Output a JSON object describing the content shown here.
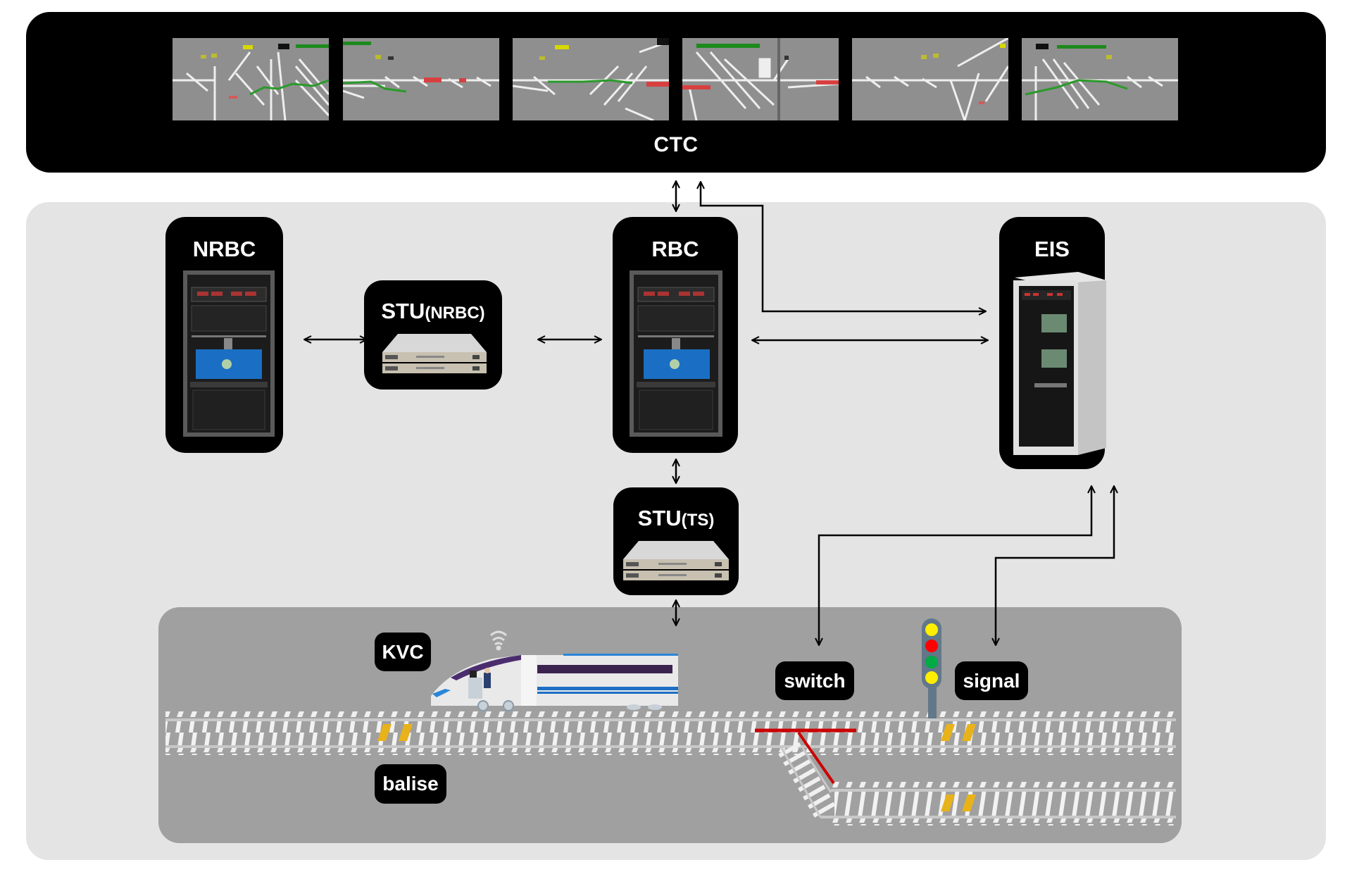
{
  "ctc": {
    "label": "CTC",
    "screens": [
      {
        "name": "ctc-screen-1"
      },
      {
        "name": "ctc-screen-2"
      },
      {
        "name": "ctc-screen-3"
      },
      {
        "name": "ctc-screen-4"
      },
      {
        "name": "ctc-screen-5"
      },
      {
        "name": "ctc-screen-6"
      }
    ]
  },
  "nodes": {
    "nrbc": {
      "label": "NRBC"
    },
    "stu_nrbc": {
      "label": "STU",
      "sub": "(NRBC)"
    },
    "rbc": {
      "label": "RBC"
    },
    "eis": {
      "label": "EIS"
    },
    "stu_ts": {
      "label": "STU",
      "sub": "(TS)"
    }
  },
  "field": {
    "kvc": "KVC",
    "balise": "balise",
    "switch": "switch",
    "signal": "signal"
  },
  "colors": {
    "ctc_bg": "#000000",
    "panel_light": "#e4e4e4",
    "panel_dark": "#a0a0a0",
    "node_bg": "#000000",
    "switch_red": "#cc0000",
    "balise_yellow": "#e8b21a",
    "signal_yellow": "#ffee00",
    "signal_red": "#ff0000",
    "signal_green": "#00aa44",
    "signal_post": "#627889"
  },
  "signal_lights": [
    "yellow",
    "red",
    "green",
    "yellow"
  ]
}
